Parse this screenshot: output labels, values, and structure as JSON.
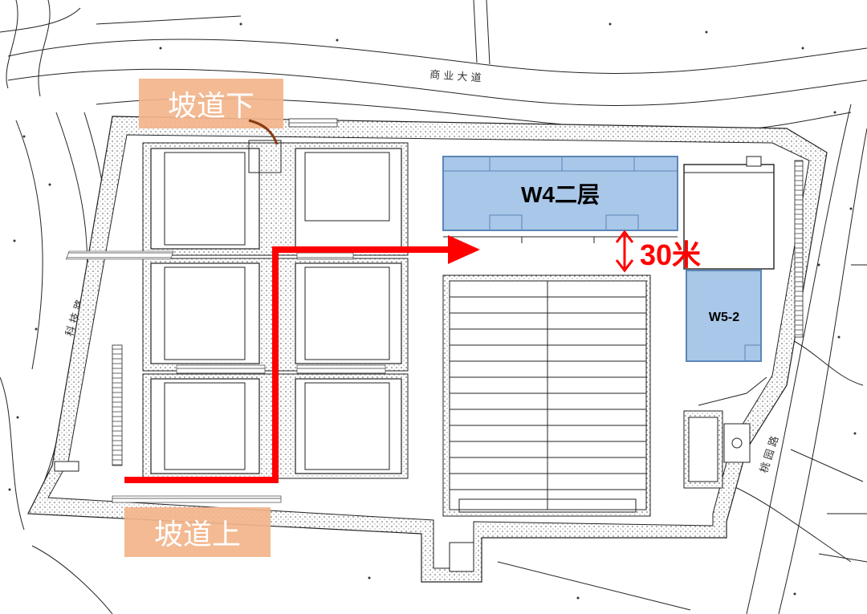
{
  "roads": {
    "north": "商 业 大 道",
    "west": "科 技 路",
    "east": "桃 园 路"
  },
  "ramps": {
    "down": "坡道下",
    "up": "坡道上"
  },
  "buildings": {
    "w4": "W4二层",
    "w5": "W5-2"
  },
  "distance": {
    "label": "30米"
  },
  "colors": {
    "route": "#ff0000",
    "highlight_fill": "#a9c7e8",
    "highlight_stroke": "#5b86b8",
    "ramp_label_bg": "#f2b48a",
    "ramp_label_text": "#ffffff",
    "distance_text": "#ff0000",
    "dotted_band": "#cccccc"
  }
}
